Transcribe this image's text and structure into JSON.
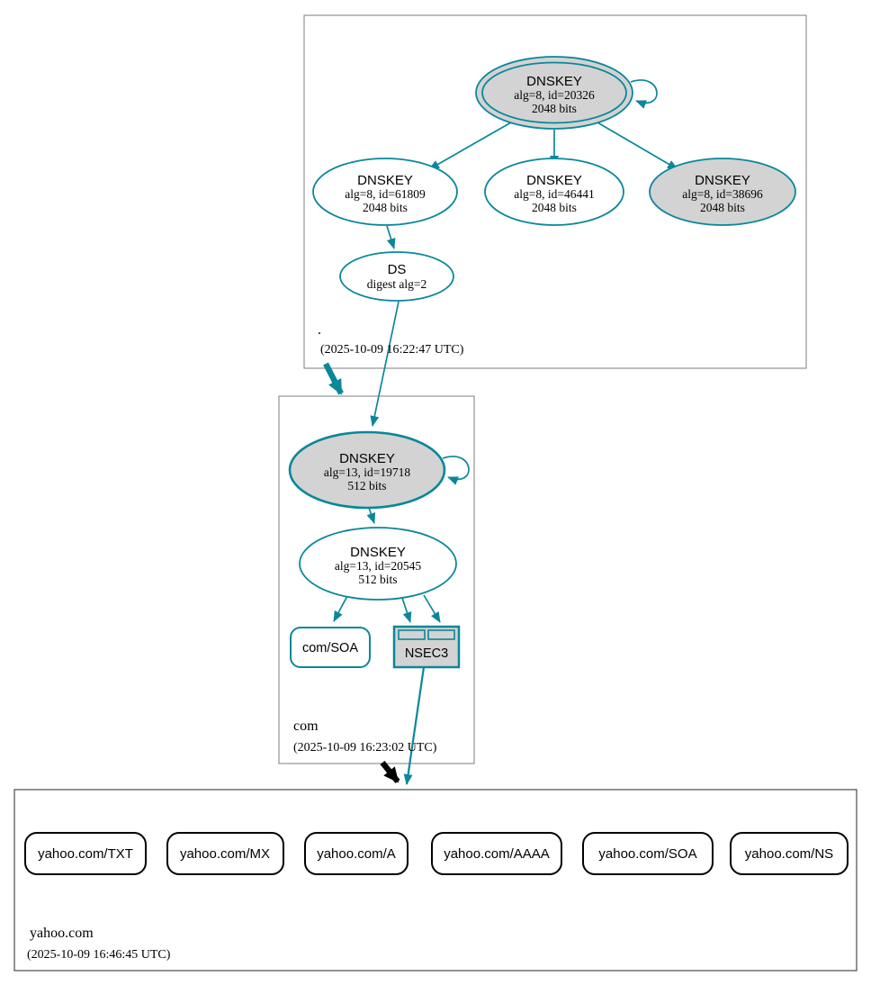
{
  "diagram": {
    "type": "dnssec-authentication-chain",
    "colors": {
      "secure": "#0a879a",
      "insecure": "#000000",
      "key_fill": "#d3d3d3",
      "background": "#ffffff"
    }
  },
  "zones": {
    "root": {
      "name": ".",
      "timestamp": "(2025-10-09 16:22:47 UTC)",
      "ksk": {
        "line1": "DNSKEY",
        "line2": "alg=8, id=20326",
        "line3": "2048 bits"
      },
      "zsk1": {
        "line1": "DNSKEY",
        "line2": "alg=8, id=61809",
        "line3": "2048 bits"
      },
      "zsk2": {
        "line1": "DNSKEY",
        "line2": "alg=8, id=46441",
        "line3": "2048 bits"
      },
      "zsk3": {
        "line1": "DNSKEY",
        "line2": "alg=8, id=38696",
        "line3": "2048 bits"
      },
      "ds": {
        "line1": "DS",
        "line2": "digest alg=2"
      }
    },
    "com": {
      "name": "com",
      "timestamp": "(2025-10-09 16:23:02 UTC)",
      "ksk": {
        "line1": "DNSKEY",
        "line2": "alg=13, id=19718",
        "line3": "512 bits"
      },
      "zsk": {
        "line1": "DNSKEY",
        "line2": "alg=13, id=20545",
        "line3": "512 bits"
      },
      "soa": {
        "label": "com/SOA"
      },
      "nsec3": {
        "label": "NSEC3"
      }
    },
    "yahoo": {
      "name": "yahoo.com",
      "timestamp": "(2025-10-09 16:46:45 UTC)",
      "rrsets": [
        {
          "label": "yahoo.com/TXT"
        },
        {
          "label": "yahoo.com/MX"
        },
        {
          "label": "yahoo.com/A"
        },
        {
          "label": "yahoo.com/AAAA"
        },
        {
          "label": "yahoo.com/SOA"
        },
        {
          "label": "yahoo.com/NS"
        }
      ]
    }
  }
}
